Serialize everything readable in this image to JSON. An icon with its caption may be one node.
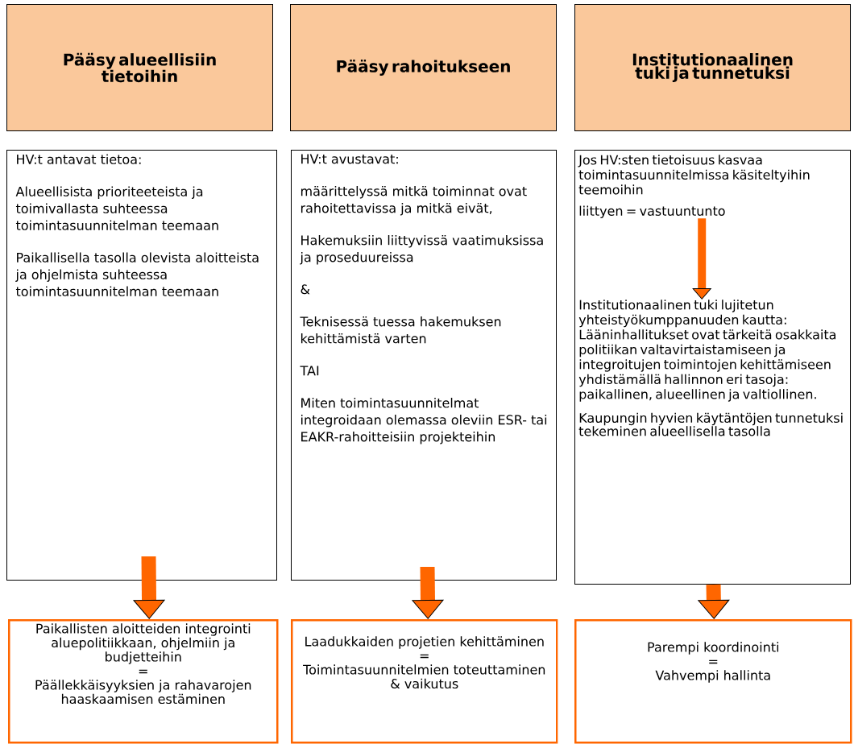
{
  "diagram": {
    "nodes": [
      {
        "text": [
          "Pääsy alueellisiin tietoihin"
        ]
      },
      {
        "text": [
          "Pääsy rahoitukseen"
        ]
      },
      {
        "text": [
          "Institutionaalinen tuki ja tunnetuksi"
        ]
      },
      {
        "text": [
          "HV:t antavat tietoa:",
          "Alueellisista prioriteeteista ja toimivallasta suhteessa toimintasuunnitelman teemaan",
          "Paikallisella tasolla olevista aloitteista ja ohjelmista suhteessa toimintasuunnitelman teemaan"
        ]
      },
      {
        "text": [
          "HV:t avustavat:",
          "määrittelyssä mitkä toiminnat ovat rahoitettavissa ja mitkä eivät,",
          "Hakemuksiin liittyvissä vaatimuksissa ja proseduureissa",
          "&",
          "Teknisessä tuessa hakemuksen kehittämistä varten",
          "TAI",
          "Miten toimintasuunnitelmat integroidaan olemassa oleviin ESR- tai EAKR-rahoitteisiin projekteihin"
        ]
      },
      {
        "text": [],
        "shape": "box"
      },
      {
        "text": [
          "Jos HV:sten tietoisuus kasvaa toimintasuunnitelmissa käsiteltyihin teemoihin",
          "liittyen = vastuuntunto"
        ],
        "in": 5
      },
      {
        "text": [
          "Institutionaalinen tuki lujitetun yhteistyökumppanuuden kautta: Lääninhallitukset ovat tärkeitä osakkaita politiikan valtavirtaistamiseen ja integroitujen toimintojen kehittämiseen yhdistämällä hallinnon eri tasoja: paikallinen, alueellinen ja valtiollinen.",
          "Kaupungin hyvien käytäntöjen tunnetuksi tekeminen alueellisella tasolla"
        ],
        "in": 5
      },
      {
        "text": [
          "Paikallisten aloitteiden integrointi aluepolitiikkaan, ohjelmiin ja budjetteihin",
          "=",
          "Päällekkäisyyksien ja rahavarojen haaskaamisen estäminen"
        ]
      },
      {
        "text": [
          "Laadukkaiden projetien kehittäminen",
          "=",
          "Toimintasuunnitelmien toteuttaminen & vaikutus"
        ]
      },
      {
        "text": [
          "Parempi koordinointi",
          "=",
          "Vahvempi hallinta"
        ]
      }
    ],
    "edges": [
      {
        "from": 3,
        "to": 8,
        "arrow": "to"
      },
      {
        "from": 4,
        "to": 9,
        "arrow": "to"
      },
      {
        "from": 5,
        "to": 10,
        "arrow": "to"
      },
      {
        "from": 6,
        "to": 7,
        "arrow": "to"
      }
    ]
  }
}
